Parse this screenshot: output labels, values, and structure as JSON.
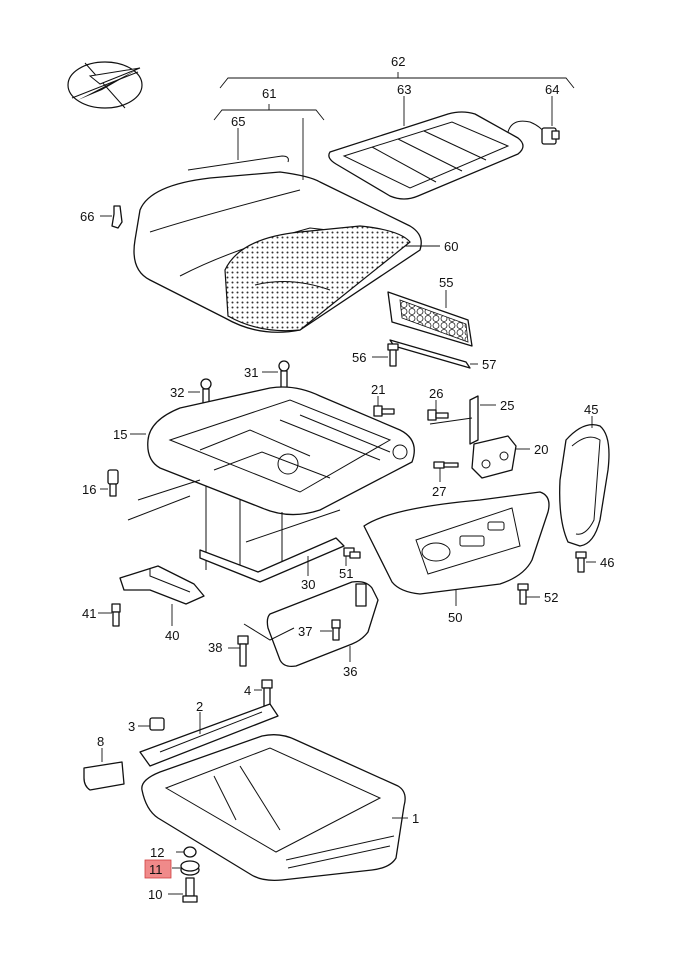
{
  "diagram": {
    "highlighted_part": "11",
    "highlight_color": "#f08a8a",
    "logo_icon": "compass-arrow-icon",
    "callouts": [
      {
        "id": "62",
        "name": "callout-62"
      },
      {
        "id": "61",
        "name": "callout-61"
      },
      {
        "id": "63",
        "name": "callout-63"
      },
      {
        "id": "64",
        "name": "callout-64"
      },
      {
        "id": "65",
        "name": "callout-65"
      },
      {
        "id": "66",
        "name": "callout-66"
      },
      {
        "id": "60",
        "name": "callout-60"
      },
      {
        "id": "55",
        "name": "callout-55"
      },
      {
        "id": "56",
        "name": "callout-56"
      },
      {
        "id": "57",
        "name": "callout-57"
      },
      {
        "id": "31",
        "name": "callout-31"
      },
      {
        "id": "32",
        "name": "callout-32"
      },
      {
        "id": "21",
        "name": "callout-21"
      },
      {
        "id": "26",
        "name": "callout-26"
      },
      {
        "id": "25",
        "name": "callout-25"
      },
      {
        "id": "45",
        "name": "callout-45"
      },
      {
        "id": "15",
        "name": "callout-15"
      },
      {
        "id": "20",
        "name": "callout-20"
      },
      {
        "id": "16",
        "name": "callout-16"
      },
      {
        "id": "27",
        "name": "callout-27"
      },
      {
        "id": "46",
        "name": "callout-46"
      },
      {
        "id": "51",
        "name": "callout-51"
      },
      {
        "id": "30",
        "name": "callout-30"
      },
      {
        "id": "52",
        "name": "callout-52"
      },
      {
        "id": "41",
        "name": "callout-41"
      },
      {
        "id": "50",
        "name": "callout-50"
      },
      {
        "id": "37",
        "name": "callout-37"
      },
      {
        "id": "40",
        "name": "callout-40"
      },
      {
        "id": "38",
        "name": "callout-38"
      },
      {
        "id": "36",
        "name": "callout-36"
      },
      {
        "id": "4",
        "name": "callout-4"
      },
      {
        "id": "2",
        "name": "callout-2"
      },
      {
        "id": "3",
        "name": "callout-3"
      },
      {
        "id": "8",
        "name": "callout-8"
      },
      {
        "id": "1",
        "name": "callout-1"
      },
      {
        "id": "12",
        "name": "callout-12"
      },
      {
        "id": "11",
        "name": "callout-11"
      },
      {
        "id": "10",
        "name": "callout-10"
      }
    ]
  }
}
